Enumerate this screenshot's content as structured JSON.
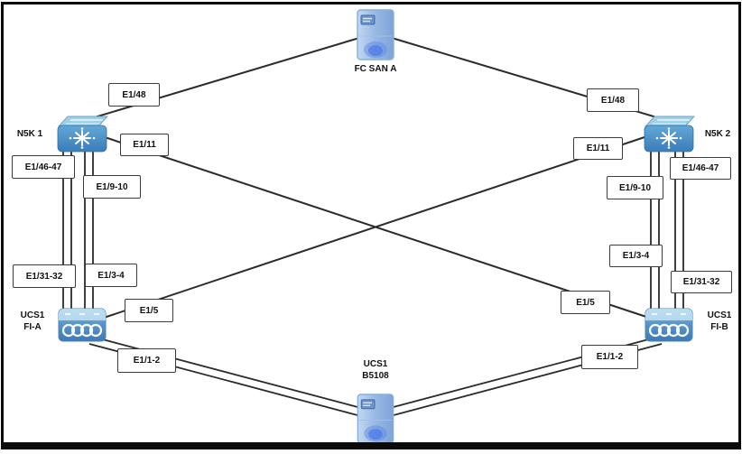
{
  "diagram": {
    "type": "network-topology",
    "nodes": {
      "fc_san_a": {
        "label": "FC SAN A",
        "device": "storage-array"
      },
      "n5k_1": {
        "label": "N5K 1",
        "device": "nexus-switch"
      },
      "n5k_2": {
        "label": "N5K 2",
        "device": "nexus-switch"
      },
      "ucs1_fi_a": {
        "line1": "UCS1",
        "line2": "FI-A",
        "device": "fabric-interconnect"
      },
      "ucs1_fi_b": {
        "line1": "UCS1",
        "line2": "FI-B",
        "device": "fabric-interconnect"
      },
      "ucs1_b5108": {
        "line1": "UCS1",
        "line2": "B5108",
        "device": "blade-chassis"
      }
    },
    "ports": {
      "n5k1_e48": "E1/48",
      "n5k2_e48": "E1/48",
      "n5k1_e11": "E1/11",
      "n5k2_e11": "E1/11",
      "n5k1_e46_47": "E1/46-47",
      "n5k2_e46_47": "E1/46-47",
      "n5k1_e9_10": "E1/9-10",
      "n5k2_e9_10": "E1/9-10",
      "fia_e31_32": "E1/31-32",
      "fib_e31_32": "E1/31-32",
      "fia_e3_4": "E1/3-4",
      "fib_e3_4": "E1/3-4",
      "fia_e5": "E1/5",
      "fib_e5": "E1/5",
      "fia_e1_2": "E1/1-2",
      "fib_e1_2": "E1/1-2"
    },
    "links": [
      {
        "from": "FC SAN A",
        "to": "N5K 1",
        "via": [
          "E1/48"
        ],
        "style": "single"
      },
      {
        "from": "FC SAN A",
        "to": "N5K 2",
        "via": [
          "E1/48"
        ],
        "style": "single"
      },
      {
        "from": "N5K 1",
        "to": "UCS1 FI-B",
        "via": [
          "E1/11",
          "E1/5"
        ],
        "style": "single"
      },
      {
        "from": "N5K 2",
        "to": "UCS1 FI-A",
        "via": [
          "E1/11",
          "E1/5"
        ],
        "style": "single"
      },
      {
        "from": "N5K 1",
        "to": "UCS1 FI-A",
        "via": [
          "E1/46-47",
          "E1/31-32"
        ],
        "style": "double"
      },
      {
        "from": "N5K 1",
        "to": "UCS1 FI-A",
        "via": [
          "E1/9-10",
          "E1/3-4"
        ],
        "style": "double"
      },
      {
        "from": "N5K 2",
        "to": "UCS1 FI-B",
        "via": [
          "E1/46-47",
          "E1/31-32"
        ],
        "style": "double"
      },
      {
        "from": "N5K 2",
        "to": "UCS1 FI-B",
        "via": [
          "E1/9-10",
          "E1/3-4"
        ],
        "style": "double"
      },
      {
        "from": "UCS1 FI-A",
        "to": "UCS1 B5108",
        "via": [
          "E1/1-2"
        ],
        "style": "double"
      },
      {
        "from": "UCS1 FI-B",
        "to": "UCS1 B5108",
        "via": [
          "E1/1-2"
        ],
        "style": "double"
      }
    ],
    "colors": {
      "line": "#2b2b2b",
      "label_border": "#3b3b3b",
      "label_bg": "#ffffff",
      "frame_border": "#0a0a0a",
      "switch_blue": "#4a90c4",
      "server_blue": "#9ec1e8",
      "text": "#111111"
    }
  }
}
